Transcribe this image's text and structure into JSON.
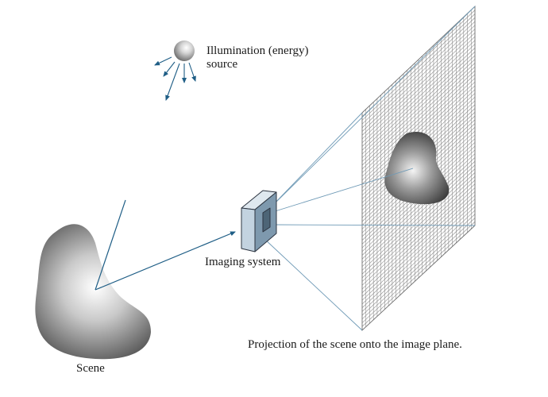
{
  "labels": {
    "illumination_line1": "Illumination (energy)",
    "illumination_line2": "source",
    "imaging_system": "Imaging system",
    "projection": "Projection of the scene onto the image plane.",
    "scene": "Scene"
  },
  "colors": {
    "arrow_blue": "#1f5e86",
    "projection_line": "#6f9ab6",
    "grid_line": "#8c8c8c",
    "camera_front": "#c3d3e0",
    "camera_side": "#7e99ae",
    "camera_top": "#dfe8ef",
    "camera_stroke": "#2c3440"
  },
  "icons": {
    "source": "sphere-icon",
    "camera": "imaging-box-icon"
  }
}
